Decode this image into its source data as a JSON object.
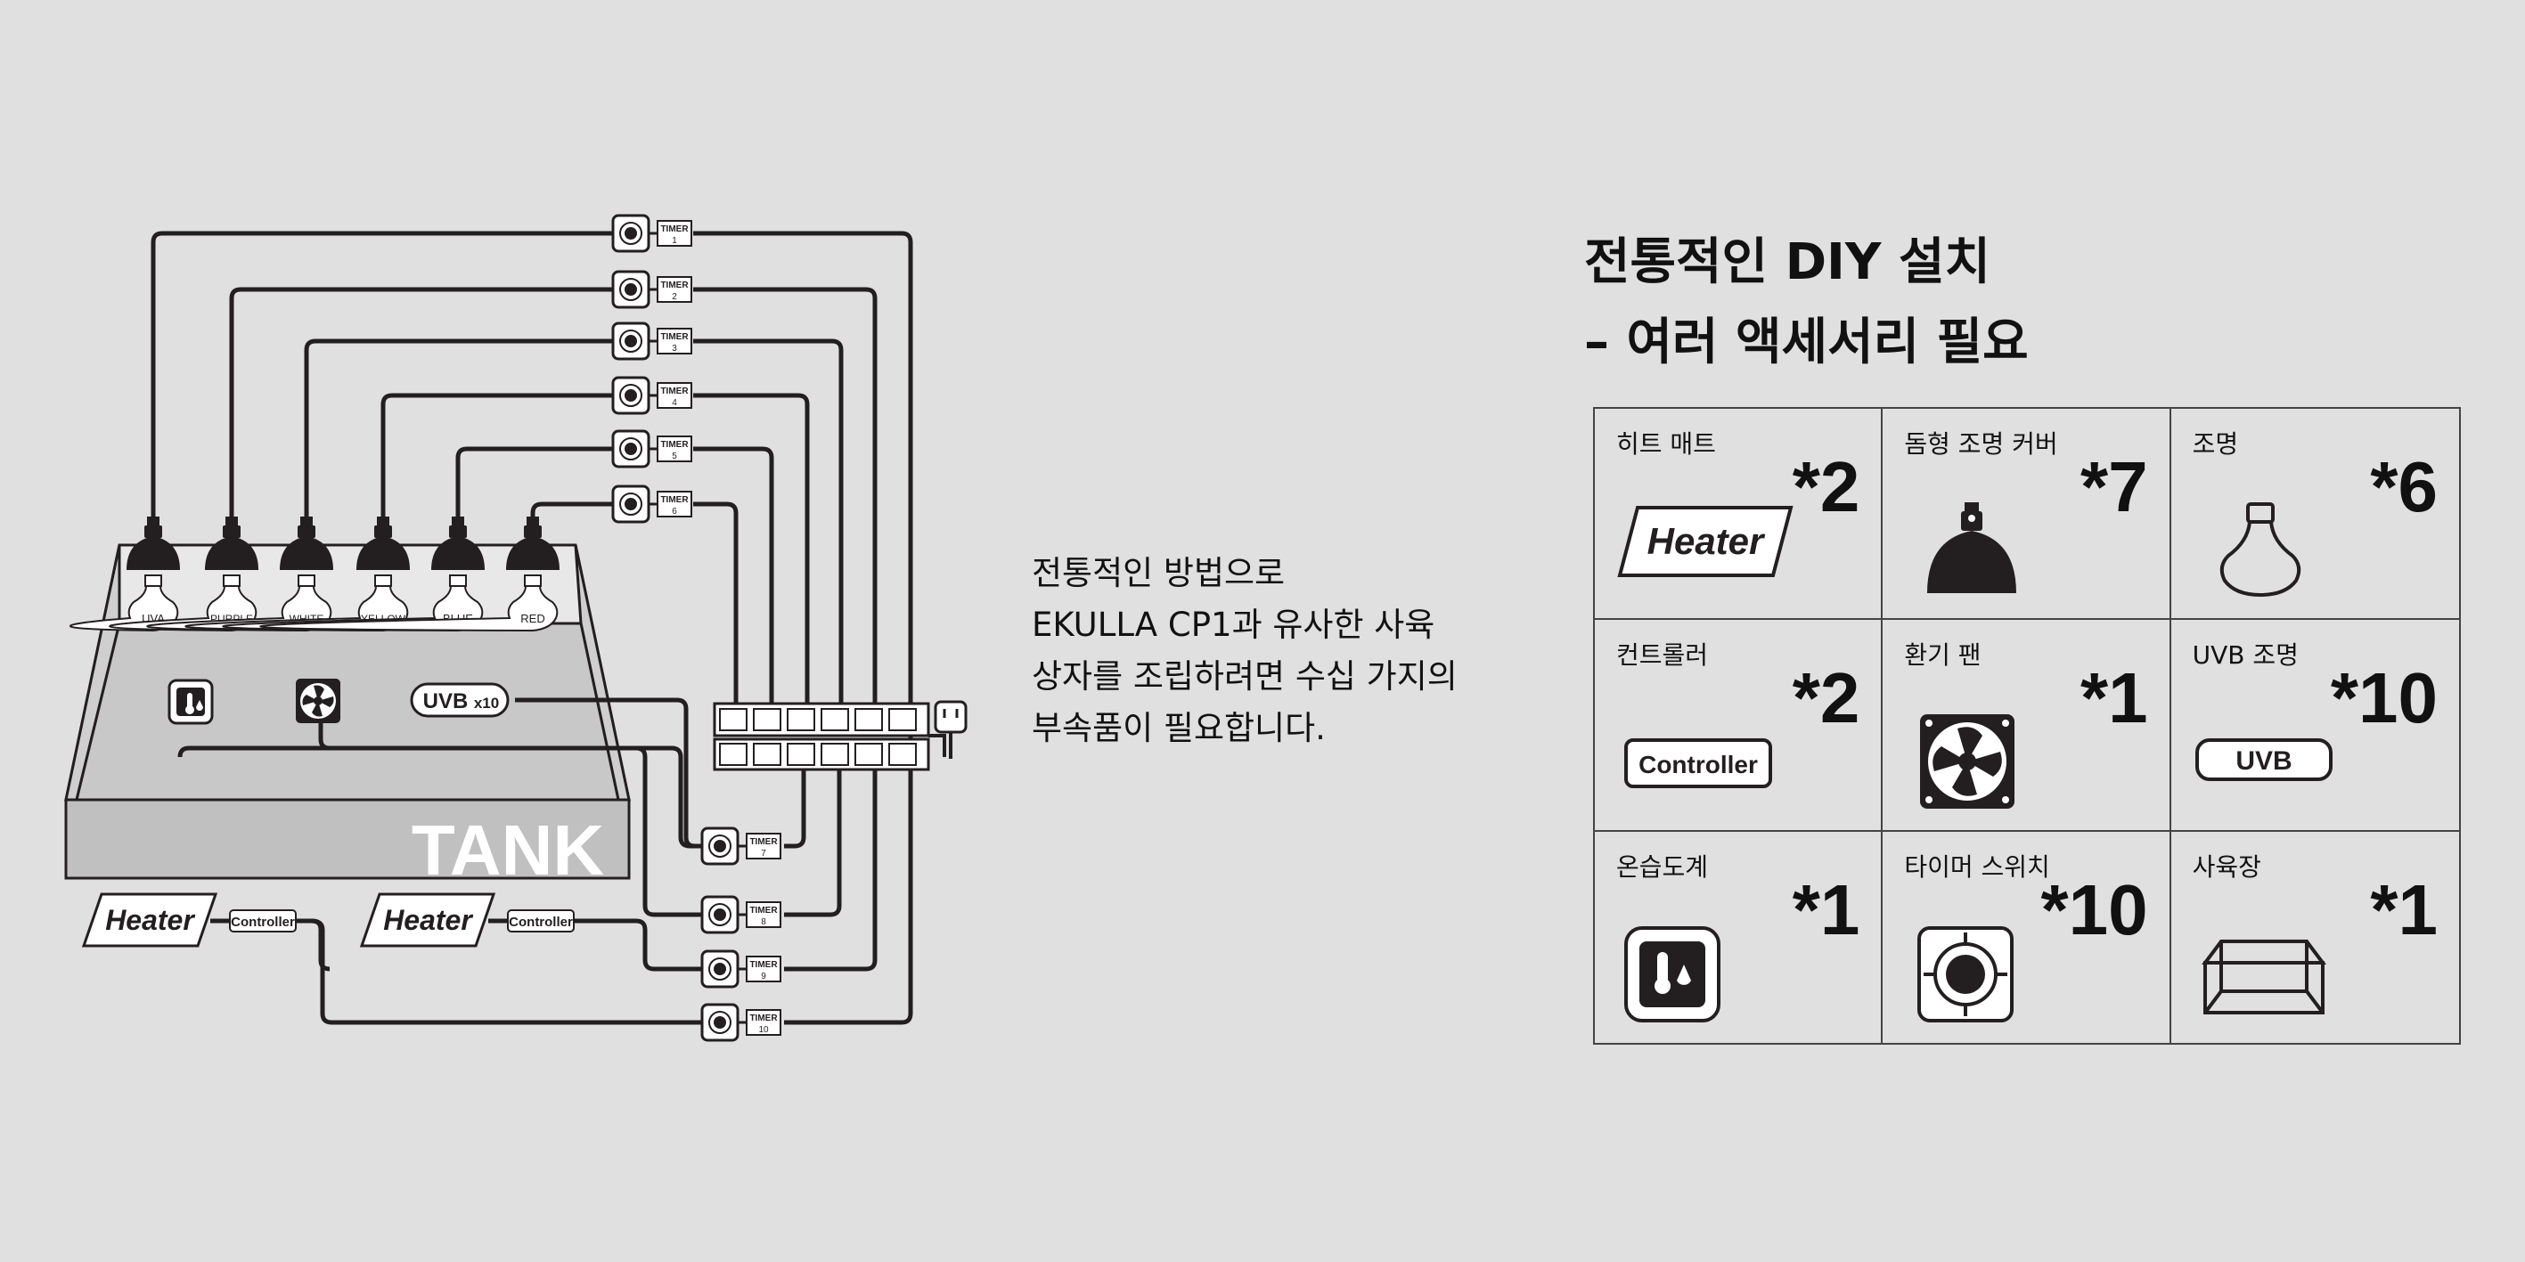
{
  "diagram": {
    "lamp_labels": [
      "UVA",
      "PURPLE",
      "WHITE",
      "YELLOW",
      "BLUE",
      "RED"
    ],
    "timer_label": "TIMER",
    "timer_numbers": [
      "1",
      "2",
      "3",
      "4",
      "5",
      "6",
      "7",
      "8",
      "9",
      "10"
    ],
    "uvb_badge_main": "UVB",
    "uvb_badge_sub": "x10",
    "tank_label": "TANK",
    "heater_label": "Heater",
    "controller_label": "Controller"
  },
  "description": {
    "lines": [
      "전통적인 방법으로",
      "EKULLA CP1과 유사한 사육",
      "상자를 조립하려면 수십 가지의",
      "부속품이 필요합니다."
    ]
  },
  "title": {
    "line1": "전통적인 DIY 설치",
    "line2": "– 여러 액세서리 필요"
  },
  "parts": [
    {
      "label": "히트 매트",
      "qty": "*2",
      "icon": "heater-icon",
      "icon_text": "Heater"
    },
    {
      "label": "돔형 조명 커버",
      "qty": "*7",
      "icon": "dome-lamp-icon",
      "icon_text": ""
    },
    {
      "label": "조명",
      "qty": "*6",
      "icon": "bulb-icon",
      "icon_text": ""
    },
    {
      "label": "컨트롤러",
      "qty": "*2",
      "icon": "controller-icon",
      "icon_text": "Controller"
    },
    {
      "label": "환기 팬",
      "qty": "*1",
      "icon": "fan-icon",
      "icon_text": ""
    },
    {
      "label": "UVB 조명",
      "qty": "*10",
      "icon": "uvb-icon",
      "icon_text": "UVB"
    },
    {
      "label": "온습도계",
      "qty": "*1",
      "icon": "hygrometer-icon",
      "icon_text": ""
    },
    {
      "label": "타이머 스위치",
      "qty": "*10",
      "icon": "timer-switch-icon",
      "icon_text": ""
    },
    {
      "label": "사육장",
      "qty": "*1",
      "icon": "enclosure-icon",
      "icon_text": ""
    }
  ]
}
